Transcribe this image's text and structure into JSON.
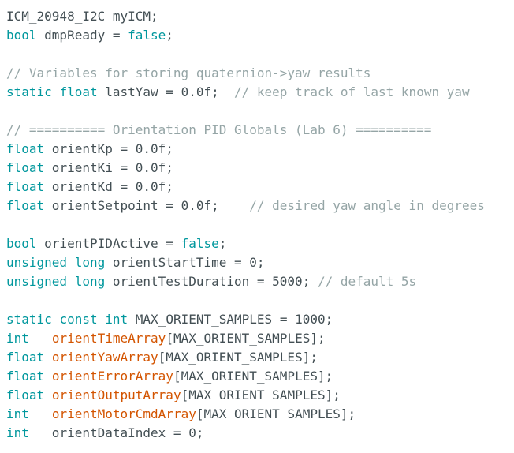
{
  "editor": {
    "lines": [
      [
        {
          "t": "ICM_20948_I2C myICM;",
          "k": "text"
        }
      ],
      [
        {
          "t": "bool",
          "k": "kw"
        },
        {
          "t": " dmpReady = ",
          "k": "text"
        },
        {
          "t": "false",
          "k": "kw"
        },
        {
          "t": ";",
          "k": "text"
        }
      ],
      [],
      [
        {
          "t": "// Variables for storing quaternion->yaw results",
          "k": "cmt"
        }
      ],
      [
        {
          "t": "static",
          "k": "kw"
        },
        {
          "t": " ",
          "k": "text"
        },
        {
          "t": "float",
          "k": "kw"
        },
        {
          "t": " lastYaw = 0.0f;  ",
          "k": "text"
        },
        {
          "t": "// keep track of last known yaw",
          "k": "cmt"
        }
      ],
      [],
      [
        {
          "t": "// ========== Orientation PID Globals (Lab 6) ==========",
          "k": "cmt"
        }
      ],
      [
        {
          "t": "float",
          "k": "kw"
        },
        {
          "t": " orientKp = 0.0f;",
          "k": "text"
        }
      ],
      [
        {
          "t": "float",
          "k": "kw"
        },
        {
          "t": " orientKi = 0.0f;",
          "k": "text"
        }
      ],
      [
        {
          "t": "float",
          "k": "kw"
        },
        {
          "t": " orientKd = 0.0f;",
          "k": "text"
        }
      ],
      [
        {
          "t": "float",
          "k": "kw"
        },
        {
          "t": " orientSetpoint = 0.0f;    ",
          "k": "text"
        },
        {
          "t": "// desired yaw angle in degrees",
          "k": "cmt"
        }
      ],
      [],
      [
        {
          "t": "bool",
          "k": "kw"
        },
        {
          "t": " orientPIDActive = ",
          "k": "text"
        },
        {
          "t": "false",
          "k": "kw"
        },
        {
          "t": ";",
          "k": "text"
        }
      ],
      [
        {
          "t": "unsigned",
          "k": "kw"
        },
        {
          "t": " ",
          "k": "text"
        },
        {
          "t": "long",
          "k": "kw"
        },
        {
          "t": " orientStartTime = 0;",
          "k": "text"
        }
      ],
      [
        {
          "t": "unsigned",
          "k": "kw"
        },
        {
          "t": " ",
          "k": "text"
        },
        {
          "t": "long",
          "k": "kw"
        },
        {
          "t": " orientTestDuration = 5000; ",
          "k": "text"
        },
        {
          "t": "// default 5s",
          "k": "cmt"
        }
      ],
      [],
      [
        {
          "t": "static",
          "k": "kw"
        },
        {
          "t": " ",
          "k": "text"
        },
        {
          "t": "const",
          "k": "kw"
        },
        {
          "t": " ",
          "k": "text"
        },
        {
          "t": "int",
          "k": "kw"
        },
        {
          "t": " MAX_ORIENT_SAMPLES = 1000;",
          "k": "text"
        }
      ],
      [
        {
          "t": "int",
          "k": "kw"
        },
        {
          "t": "   ",
          "k": "text"
        },
        {
          "t": "orientTimeArray",
          "k": "fn"
        },
        {
          "t": "[MAX_ORIENT_SAMPLES];",
          "k": "text"
        }
      ],
      [
        {
          "t": "float",
          "k": "kw"
        },
        {
          "t": " ",
          "k": "text"
        },
        {
          "t": "orientYawArray",
          "k": "fn"
        },
        {
          "t": "[MAX_ORIENT_SAMPLES];",
          "k": "text"
        }
      ],
      [
        {
          "t": "float",
          "k": "kw"
        },
        {
          "t": " ",
          "k": "text"
        },
        {
          "t": "orientErrorArray",
          "k": "fn"
        },
        {
          "t": "[MAX_ORIENT_SAMPLES];",
          "k": "text"
        }
      ],
      [
        {
          "t": "float",
          "k": "kw"
        },
        {
          "t": " ",
          "k": "text"
        },
        {
          "t": "orientOutputArray",
          "k": "fn"
        },
        {
          "t": "[MAX_ORIENT_SAMPLES];",
          "k": "text"
        }
      ],
      [
        {
          "t": "int",
          "k": "kw"
        },
        {
          "t": "   ",
          "k": "text"
        },
        {
          "t": "orientMotorCmdArray",
          "k": "fn"
        },
        {
          "t": "[MAX_ORIENT_SAMPLES];",
          "k": "text"
        }
      ],
      [
        {
          "t": "int",
          "k": "kw"
        },
        {
          "t": "   orientDataIndex = 0;",
          "k": "text"
        }
      ]
    ]
  }
}
